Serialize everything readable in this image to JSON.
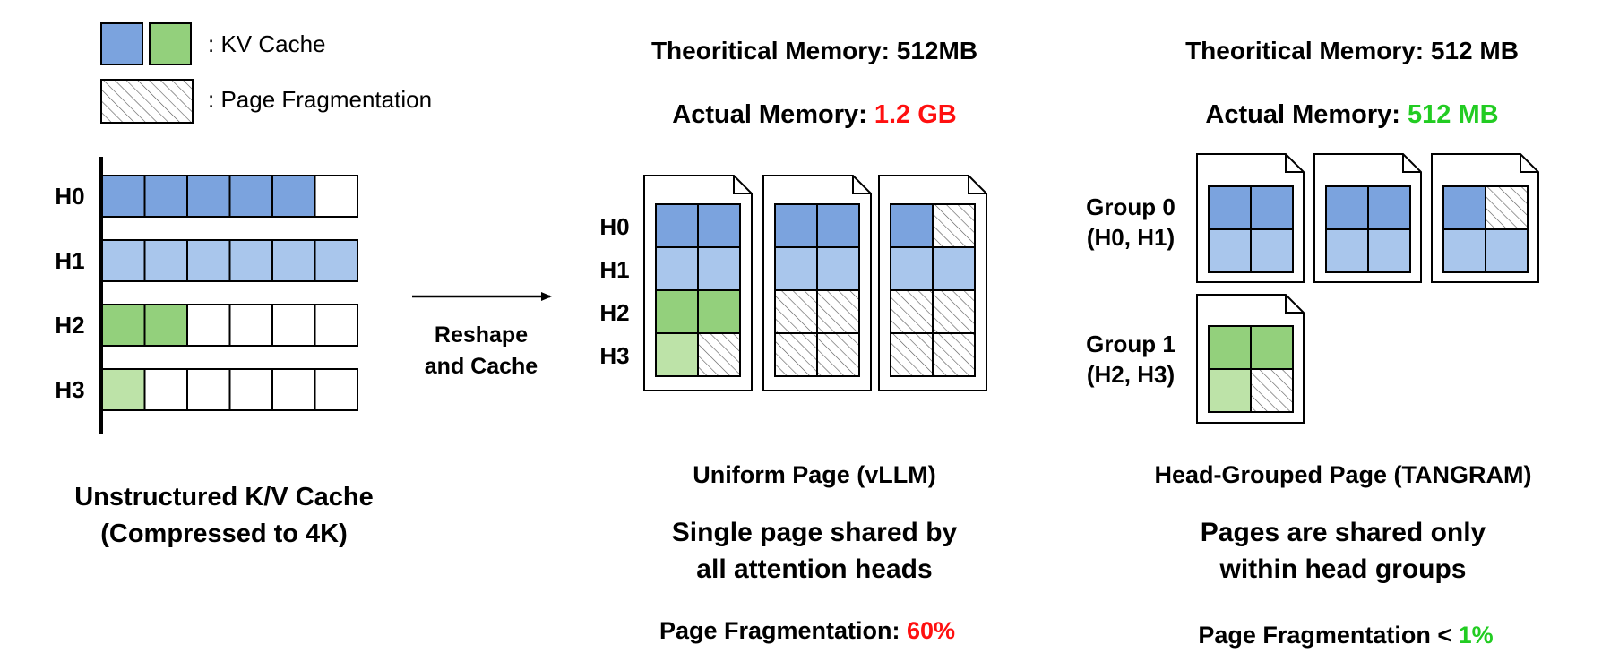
{
  "colors": {
    "dark_blue": "#7ba3de",
    "light_blue": "#a9c6ec",
    "dark_green": "#93d07c",
    "light_green": "#bde3a8",
    "red": "#ff1010",
    "green": "#22cc22"
  },
  "legend": {
    "kv_cache_label": ": KV Cache",
    "fragmentation_label": ": Page Fragmentation"
  },
  "unstructured": {
    "rows": [
      {
        "label": "H0",
        "cells": [
          "b",
          "b",
          "b",
          "b",
          "b",
          "e"
        ]
      },
      {
        "label": "H1",
        "cells": [
          "lb",
          "lb",
          "lb",
          "lb",
          "lb",
          "lb"
        ]
      },
      {
        "label": "H2",
        "cells": [
          "g",
          "g",
          "e",
          "e",
          "e",
          "e"
        ]
      },
      {
        "label": "H3",
        "cells": [
          "lg",
          "e",
          "e",
          "e",
          "e",
          "e"
        ]
      }
    ],
    "caption_line1": "Unstructured K/V Cache",
    "caption_line2": "(Compressed to 4K)"
  },
  "arrow": {
    "label_line1": "Reshape",
    "label_line2": "and Cache"
  },
  "uniform": {
    "theoretical": "Theoritical Memory: 512MB",
    "actual_prefix": "Actual Memory: ",
    "actual_value": "1.2 GB",
    "row_labels": [
      "H0",
      "H1",
      "H2",
      "H3"
    ],
    "pages": [
      [
        [
          "b",
          "b"
        ],
        [
          "lb",
          "lb"
        ],
        [
          "g",
          "g"
        ],
        [
          "lg",
          "h"
        ]
      ],
      [
        [
          "b",
          "b"
        ],
        [
          "lb",
          "lb"
        ],
        [
          "h",
          "h"
        ],
        [
          "h",
          "h"
        ]
      ],
      [
        [
          "b",
          "h"
        ],
        [
          "lb",
          "lb"
        ],
        [
          "h",
          "h"
        ],
        [
          "h",
          "h"
        ]
      ]
    ],
    "title": "Uniform Page (vLLM)",
    "desc_line1": "Single page shared by",
    "desc_line2": "all attention heads",
    "frag_prefix": "Page Fragmentation: ",
    "frag_value": "60%"
  },
  "grouped": {
    "theoretical": "Theoritical Memory: 512 MB",
    "actual_prefix": "Actual Memory: ",
    "actual_value": "512 MB",
    "group0_line1": "Group 0",
    "group0_line2": "(H0, H1)",
    "group1_line1": "Group 1",
    "group1_line2": "(H2, H3)",
    "group0_pages": [
      [
        [
          "b",
          "b"
        ],
        [
          "lb",
          "lb"
        ]
      ],
      [
        [
          "b",
          "b"
        ],
        [
          "lb",
          "lb"
        ]
      ],
      [
        [
          "b",
          "h"
        ],
        [
          "lb",
          "lb"
        ]
      ]
    ],
    "group1_pages": [
      [
        [
          "g",
          "g"
        ],
        [
          "lg",
          "h"
        ]
      ]
    ],
    "title": "Head-Grouped Page (TANGRAM)",
    "desc_line1": "Pages are shared only",
    "desc_line2": "within head groups",
    "frag_prefix": "Page Fragmentation < ",
    "frag_value": "1%"
  }
}
